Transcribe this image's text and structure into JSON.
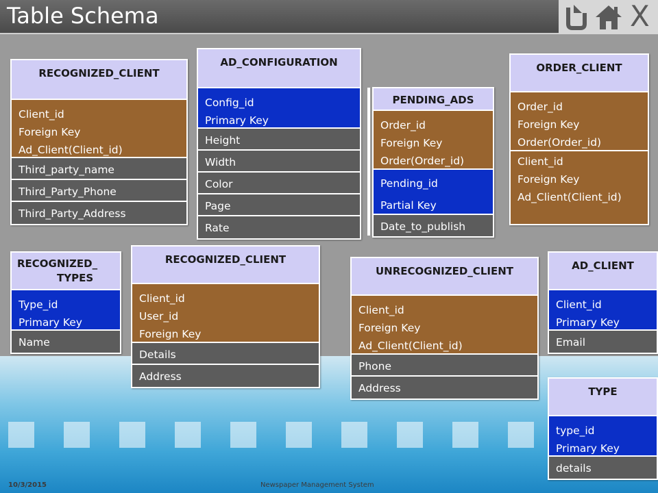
{
  "slide": {
    "title": "Table Schema",
    "footer_date": "10/3/2015",
    "footer_title": "Newspaper Management System"
  },
  "nav": {
    "back_icon": "back-arrow-icon",
    "home_icon": "home-icon",
    "close_label": "X"
  },
  "tables": {
    "recognized_client_1": {
      "name": "RECOGNIZED_CLIENT",
      "rows": [
        {
          "lines": [
            "Client_id",
            "Foreign Key",
            "Ad_Client(Client_id)"
          ],
          "color": "brown"
        },
        {
          "lines": [
            "Third_party_name"
          ],
          "color": "gray"
        },
        {
          "lines": [
            "Third_Party_Phone"
          ],
          "color": "gray"
        },
        {
          "lines": [
            "Third_Party_Address"
          ],
          "color": "gray"
        }
      ]
    },
    "ad_configuration": {
      "name": "AD_CONFIGURATION",
      "rows": [
        {
          "lines": [
            "Config_id",
            "Primary Key"
          ],
          "color": "blue"
        },
        {
          "lines": [
            "Height"
          ],
          "color": "gray"
        },
        {
          "lines": [
            "Width"
          ],
          "color": "gray"
        },
        {
          "lines": [
            "Color"
          ],
          "color": "gray"
        },
        {
          "lines": [
            "Page"
          ],
          "color": "gray"
        },
        {
          "lines": [
            "Rate"
          ],
          "color": "gray"
        }
      ]
    },
    "pending_ads": {
      "name": "PENDING_ADS",
      "rows": [
        {
          "lines": [
            "Order_id",
            "Foreign Key",
            "Order(Order_id)"
          ],
          "color": "brown"
        },
        {
          "lines": [
            "Pending_id",
            "Partial Key"
          ],
          "color": "blue"
        },
        {
          "lines": [
            "Date_to_publish"
          ],
          "color": "gray"
        }
      ]
    },
    "order_client": {
      "name": "ORDER_CLIENT",
      "rows": [
        {
          "lines": [
            "Order_id",
            "Foreign Key",
            "Order(Order_id)"
          ],
          "color": "brown"
        },
        {
          "lines": [
            "Client_id",
            "Foreign Key",
            "Ad_Client(Client_id)"
          ],
          "color": "brown"
        }
      ]
    },
    "recognized_types": {
      "name_lines": [
        "RECOGNIZED_",
        "TYPES"
      ],
      "rows": [
        {
          "lines": [
            "Type_id",
            "Primary Key"
          ],
          "color": "blue"
        },
        {
          "lines": [
            "Name"
          ],
          "color": "gray"
        }
      ]
    },
    "recognized_client_2": {
      "name": "RECOGNIZED_CLIENT",
      "rows": [
        {
          "lines": [
            "Client_id",
            "User_id",
            "Foreign Key"
          ],
          "color": "brown"
        },
        {
          "lines": [
            "Details"
          ],
          "color": "gray"
        },
        {
          "lines": [
            "Address"
          ],
          "color": "gray"
        }
      ]
    },
    "unrecognized_client": {
      "name": "UNRECOGNIZED_CLIENT",
      "rows": [
        {
          "lines": [
            "Client_id",
            "Foreign Key",
            "Ad_Client(Client_id)"
          ],
          "color": "brown"
        },
        {
          "lines": [
            "Phone"
          ],
          "color": "gray"
        },
        {
          "lines": [
            "Address"
          ],
          "color": "gray"
        }
      ]
    },
    "ad_client": {
      "name": "AD_CLIENT",
      "rows": [
        {
          "lines": [
            "Client_id",
            "Primary Key"
          ],
          "color": "blue"
        },
        {
          "lines": [
            "Email"
          ],
          "color": "gray"
        }
      ]
    },
    "type": {
      "name": "TYPE",
      "rows": [
        {
          "lines": [
            "type_id",
            "Primary Key"
          ],
          "color": "blue"
        },
        {
          "lines": [
            "details"
          ],
          "color": "gray"
        }
      ]
    }
  },
  "colors": {
    "foreign_key_row": "#98642f",
    "primary_key_row": "#0b2fc7",
    "attribute_row": "#5c5c5c",
    "header": "#d0cdf5"
  }
}
